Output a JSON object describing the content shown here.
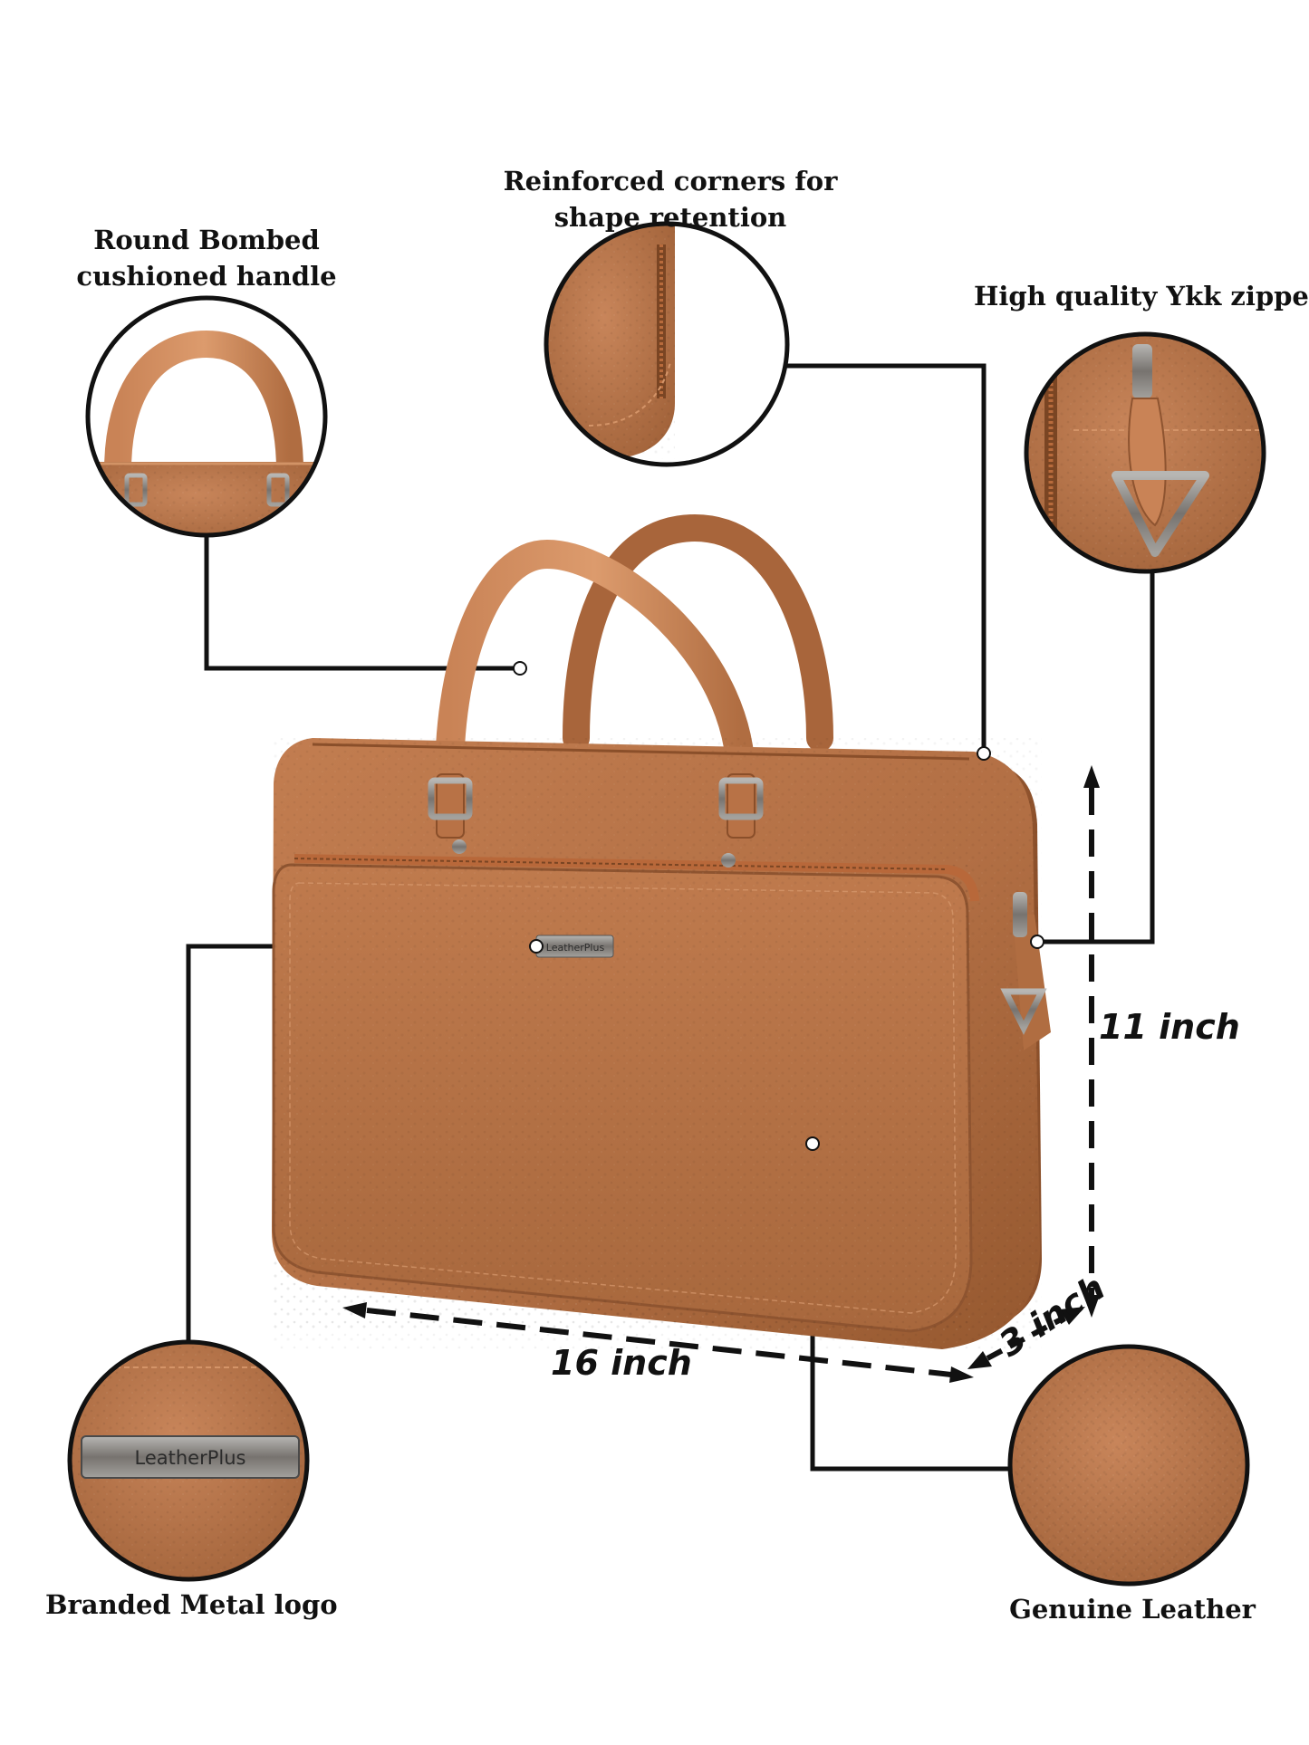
{
  "callouts": {
    "handle": "Round Bombed cushioned handle",
    "corners_line1": "Reinforced corners for",
    "corners_line2": "shape retention",
    "zippers": "High quality Ykk zippers",
    "logo": "Branded Metal logo",
    "leather": "Genuine Leather"
  },
  "dimensions": {
    "height": "11 inch",
    "width": "16 inch",
    "depth": "3 inch"
  },
  "brand": {
    "plate_small": "LeatherPlus",
    "plate_large": "LeatherPlus"
  },
  "colors": {
    "leather": "#b97548",
    "leather_dark": "#8e5430",
    "leather_light": "#cc8a5c",
    "metal": "#7d7c7a",
    "line": "#111111"
  }
}
